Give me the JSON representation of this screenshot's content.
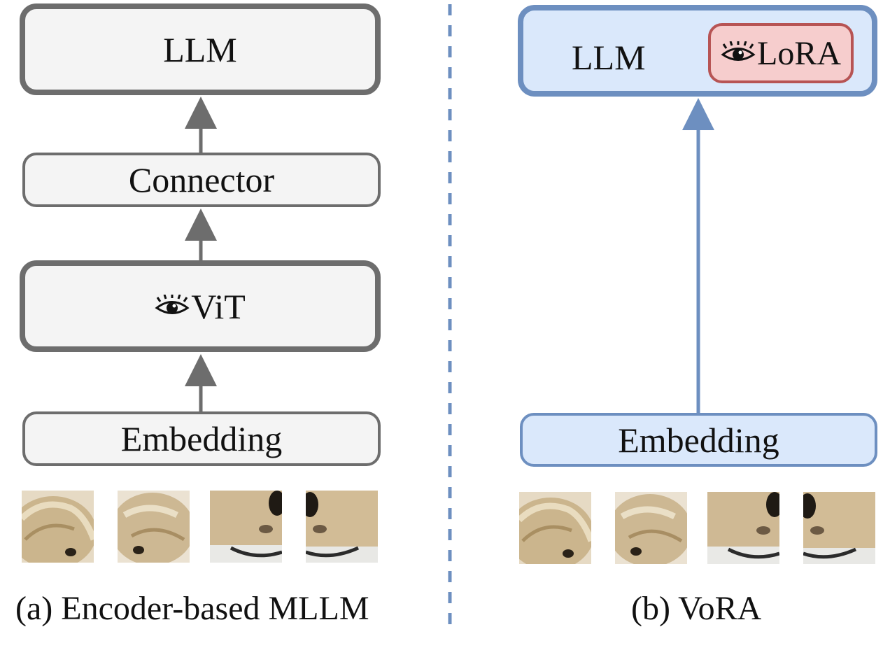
{
  "left": {
    "llm": "LLM",
    "connector": "Connector",
    "vit": "ViT",
    "embedding": "Embedding",
    "caption": "(a) Encoder-based MLLM"
  },
  "right": {
    "llm": "LLM",
    "lora": "LoRA",
    "embedding": "Embedding",
    "caption": "(b) VoRA"
  },
  "colors": {
    "gray_border": "#6d6d6d",
    "gray_fill": "#f4f4f4",
    "blue_border": "#6d8fc0",
    "blue_fill": "#dae8fb",
    "red_border": "#b75454",
    "red_fill": "#f6cdcd"
  },
  "icons": [
    "eye-icon"
  ]
}
